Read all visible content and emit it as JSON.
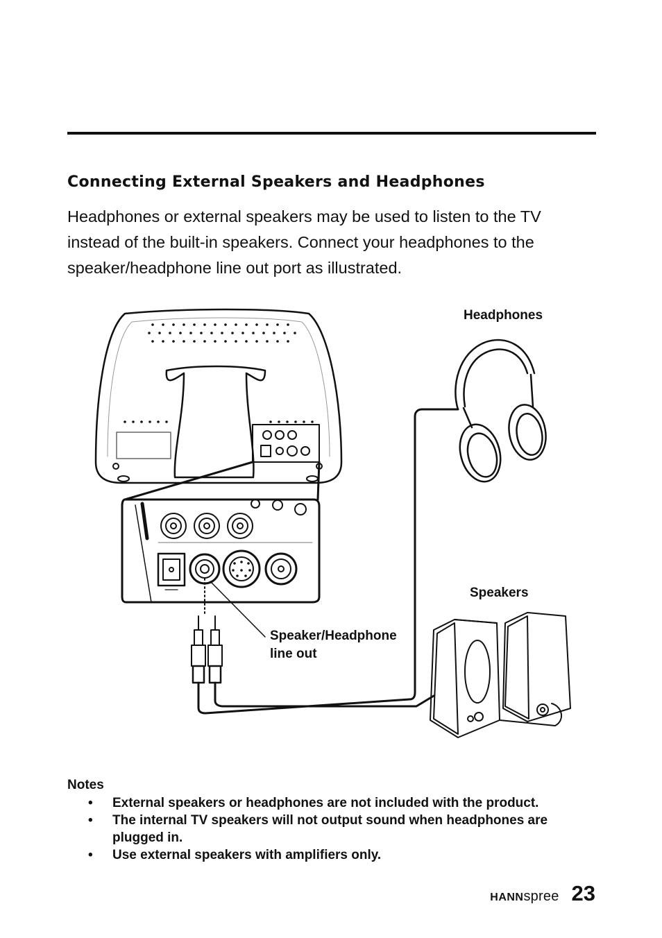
{
  "section": {
    "title": "Connecting External Speakers and Headphones",
    "body": "Headphones or external speakers may be used to listen to the TV instead of the built-in speakers. Connect your headphones to the speaker/headphone line out port as illustrated."
  },
  "figure": {
    "label_headphones": "Headphones",
    "label_speakers": "Speakers",
    "label_port_line1": "Speaker/Headphone",
    "label_port_line2": "line out"
  },
  "notes": {
    "title": "Notes",
    "items": [
      "External speakers or headphones are not included with the product.",
      "The internal TV speakers will not output sound when headphones are plugged in.",
      "Use external speakers with amplifiers only."
    ]
  },
  "footer": {
    "brand_bold": "HANN",
    "brand_light": "spree",
    "page_number": "23"
  }
}
